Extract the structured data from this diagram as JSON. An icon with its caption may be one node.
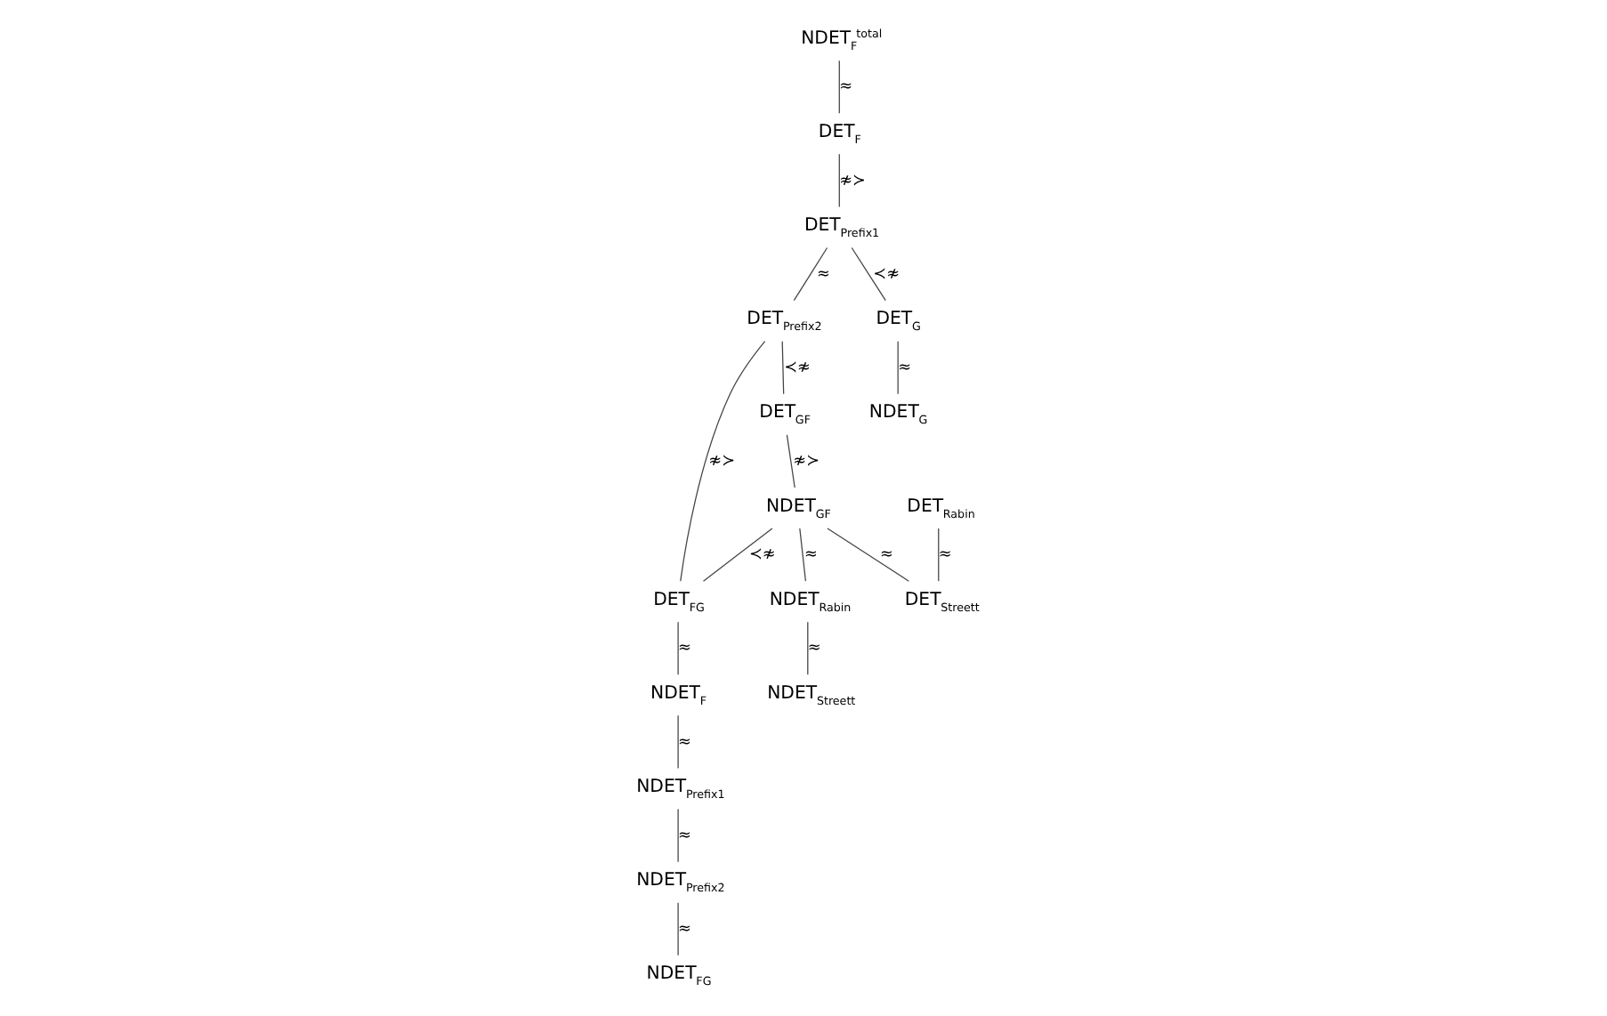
{
  "diagram": {
    "nodes": [
      {
        "text": [
          "NDET$_{F}$$^{total}$"
        ]
      },
      {
        "text": [
          "DET$_{F}$"
        ]
      },
      {
        "text": [
          "DET$_{Prefix1}$"
        ]
      },
      {
        "text": [
          "DET$_{Prefix2}$"
        ]
      },
      {
        "text": [
          "DET$_{G}$"
        ]
      },
      {
        "text": [
          "NDET$_{G}$"
        ]
      },
      {
        "text": [
          "DET$_{GF}$"
        ]
      },
      {
        "text": [
          "DET$_{FG}$"
        ]
      },
      {
        "text": [
          "NDET$_{F}$"
        ]
      },
      {
        "text": [
          "NDET$_{Prefix1}$"
        ]
      },
      {
        "text": [
          "NDET$_{Prefix2}$"
        ]
      },
      {
        "text": [
          "NDET$_{FG}$"
        ]
      },
      {
        "text": [
          "DET$_{Rabin}$"
        ]
      },
      {
        "text": [
          "DET$_{Streett}$"
        ]
      },
      {
        "text": [
          "NDET$_{GF}$"
        ]
      },
      {
        "text": [
          "NDET$_{Rabin}$"
        ]
      },
      {
        "text": [
          "NDET$_{Streett}$"
        ]
      }
    ],
    "edges": [
      {
        "from": 0,
        "to": 1,
        "arrow": "none",
        "label": "≈"
      },
      {
        "from": 1,
        "to": 2,
        "arrow": "none",
        "label": "≉≻"
      },
      {
        "from": 2,
        "to": 3,
        "arrow": "none",
        "label": "≈"
      },
      {
        "from": 2,
        "to": 4,
        "arrow": "none",
        "label": "≺≉"
      },
      {
        "from": 4,
        "to": 5,
        "arrow": "none",
        "label": "≈"
      },
      {
        "from": 3,
        "to": 6,
        "arrow": "none",
        "label": "≺≉"
      },
      {
        "from": 3,
        "to": 7,
        "arrow": "none",
        "label": "≉≻"
      },
      {
        "from": 6,
        "to": 14,
        "arrow": "none",
        "label": "≉≻"
      },
      {
        "from": 14,
        "to": 7,
        "arrow": "none",
        "label": "≺≉"
      },
      {
        "from": 7,
        "to": 8,
        "arrow": "none",
        "label": "≈"
      },
      {
        "from": 8,
        "to": 9,
        "arrow": "none",
        "label": "≈"
      },
      {
        "from": 9,
        "to": 10,
        "arrow": "none",
        "label": "≈"
      },
      {
        "from": 10,
        "to": 11,
        "arrow": "none",
        "label": "≈"
      },
      {
        "from": 12,
        "to": 13,
        "arrow": "none",
        "label": "≈"
      },
      {
        "from": 14,
        "to": 13,
        "arrow": "none",
        "label": "≈"
      },
      {
        "from": 14,
        "to": 15,
        "arrow": "none",
        "label": "≈"
      },
      {
        "from": 15,
        "to": 16,
        "arrow": "none",
        "label": "≈"
      }
    ]
  }
}
